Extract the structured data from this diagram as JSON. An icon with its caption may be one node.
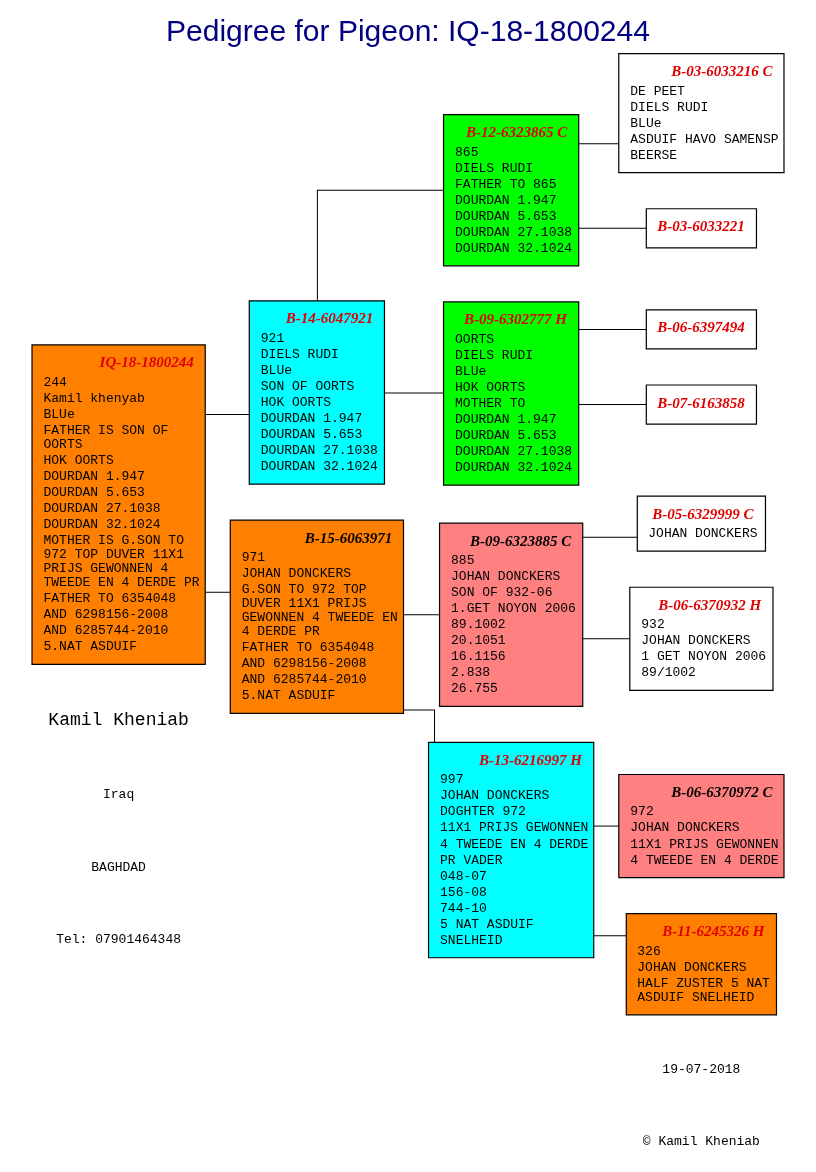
{
  "diagram": {
    "title": "Pedigree for Pigeon: IQ-18-1800244",
    "nodes": [
      {
        "text": [
          "IQ-18-1800244",
          "244",
          "Kamil khenyab",
          "BLUe",
          "FATHER IS SON OF OORTS",
          "HOK OORTS",
          "DOURDAN 1.947",
          "DOURDAN 5.653",
          "DOURDAN 27.1038",
          "DOURDAN 32.1024",
          "MOTHER IS G.SON TO 972 TOP DUVER 11X1 PRIJS GEWONNEN 4 TWEEDE EN 4 DERDE PR",
          "FATHER TO 6354048",
          "AND 6298156-2008",
          "AND 6285744-2010",
          "5.NAT ASDUIF"
        ]
      },
      {
        "text": [
          "B-14-6047921",
          "921",
          "DIELS RUDI",
          "BLUe",
          "SON OF OORTS",
          "HOK OORTS",
          "DOURDAN 1.947",
          "DOURDAN 5.653",
          "DOURDAN 27.1038",
          "DOURDAN 32.1024"
        ]
      },
      {
        "text": [
          "B-15-6063971",
          "971",
          "JOHAN DONCKERS",
          "G.SON TO 972 TOP DUVER 11X1 PRIJS GEWONNEN 4 TWEEDE EN 4 DERDE PR",
          "FATHER TO 6354048",
          "AND 6298156-2008",
          "AND 6285744-2010",
          "5.NAT ASDUIF"
        ]
      },
      {
        "text": [
          "B-12-6323865 C",
          "865",
          "DIELS RUDI",
          "FATHER TO 865",
          "DOURDAN 1.947",
          "DOURDAN 5.653",
          "DOURDAN 27.1038",
          "DOURDAN 32.1024"
        ]
      },
      {
        "text": [
          "B-09-6302777 H",
          "OORTS",
          "DIELS RUDI",
          "BLUe",
          "HOK OORTS",
          "MOTHER TO",
          "DOURDAN 1.947",
          "DOURDAN 5.653",
          "DOURDAN 27.1038",
          "DOURDAN 32.1024"
        ]
      },
      {
        "text": [
          "B-09-6323885 C",
          "885",
          "JOHAN DONCKERS",
          "SON OF 932-06",
          "1.GET NOYON 2006",
          "89.1002",
          "20.1051",
          "16.1156",
          "2.838",
          "26.755"
        ]
      },
      {
        "text": [
          "B-13-6216997 H",
          "997",
          "JOHAN DONCKERS",
          "DOGHTER 972",
          "11X1 PRIJS GEWONNEN",
          "4 TWEEDE EN 4 DERDE",
          "PR VADER",
          "048-07",
          "156-08",
          "744-10",
          "5 NAT ASDUIF",
          "SNELHEID"
        ]
      },
      {
        "text": [
          "B-03-6033216 C",
          "DE PEET",
          "DIELS RUDI",
          "BLUe",
          "ASDUIF HAVO SAMENSP",
          "BEERSE"
        ]
      },
      {
        "text": [
          "B-03-6033221"
        ]
      },
      {
        "text": [
          "B-06-6397494"
        ]
      },
      {
        "text": [
          "B-07-6163858"
        ]
      },
      {
        "text": [
          "B-05-6329999 C",
          "JOHAN DONCKERS"
        ]
      },
      {
        "text": [
          "B-06-6370932 H",
          "932",
          "JOHAN DONCKERS",
          "1 GET NOYON 2006",
          "89/1002"
        ]
      },
      {
        "text": [
          "B-06-6370972 C",
          "972",
          "JOHAN DONCKERS",
          "11X1 PRIJS GEWONNEN",
          "4 TWEEDE EN 4 DERDE"
        ]
      },
      {
        "text": [
          "B-11-6245326 H",
          "326",
          "JOHAN DONCKERS",
          "HALF ZUSTER 5 NAT ASDUIF SNELHEID"
        ]
      }
    ],
    "edges": [
      {
        "from": 0,
        "to": 1,
        "arrow": "none"
      },
      {
        "from": 0,
        "to": 2,
        "arrow": "none"
      },
      {
        "from": 1,
        "to": 3,
        "arrow": "none"
      },
      {
        "from": 1,
        "to": 4,
        "arrow": "none"
      },
      {
        "from": 2,
        "to": 5,
        "arrow": "none"
      },
      {
        "from": 2,
        "to": 6,
        "arrow": "none"
      },
      {
        "from": 3,
        "to": 7,
        "arrow": "none"
      },
      {
        "from": 3,
        "to": 8,
        "arrow": "none"
      },
      {
        "from": 4,
        "to": 9,
        "arrow": "none"
      },
      {
        "from": 4,
        "to": 10,
        "arrow": "none"
      },
      {
        "from": 5,
        "to": 11,
        "arrow": "none"
      },
      {
        "from": 5,
        "to": 12,
        "arrow": "none"
      },
      {
        "from": 6,
        "to": 13,
        "arrow": "none"
      },
      {
        "from": 6,
        "to": 14,
        "arrow": "none"
      }
    ],
    "labels": [
      "Kamil Kheniab",
      "Iraq",
      "BAGHDAD",
      "Tel: 07901464348",
      "19-07-2018",
      "© Kamil Kheniab"
    ]
  }
}
